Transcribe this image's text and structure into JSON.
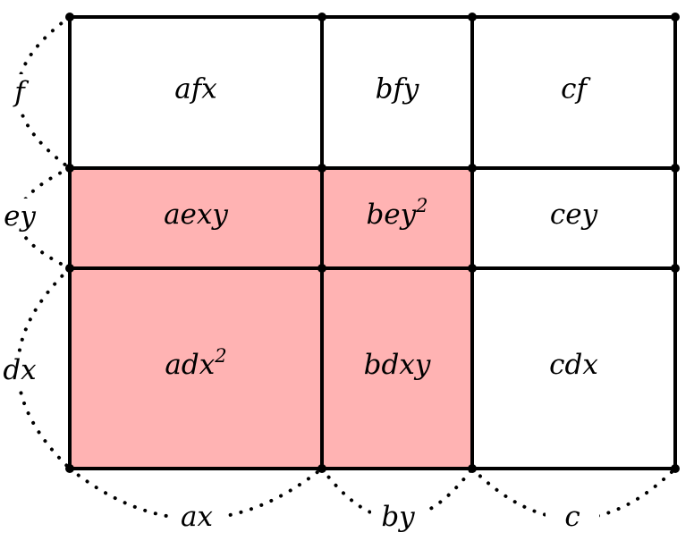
{
  "colors": {
    "highlight": "#ffb3b3",
    "line": "#000000"
  },
  "columns": [
    "ax",
    "by",
    "c"
  ],
  "rows": [
    "f",
    "ey",
    "dx"
  ],
  "cells": [
    [
      {
        "base": "afx",
        "sup": ""
      },
      {
        "base": "bfy",
        "sup": ""
      },
      {
        "base": "cf",
        "sup": ""
      }
    ],
    [
      {
        "base": "aexy",
        "sup": ""
      },
      {
        "base": "bey",
        "sup": "2"
      },
      {
        "base": "cey",
        "sup": ""
      }
    ],
    [
      {
        "base": "adx",
        "sup": "2"
      },
      {
        "base": "bdxy",
        "sup": ""
      },
      {
        "base": "cdx",
        "sup": ""
      }
    ]
  ],
  "highlighted": [
    [
      1,
      0
    ],
    [
      1,
      1
    ],
    [
      2,
      0
    ],
    [
      2,
      1
    ]
  ]
}
